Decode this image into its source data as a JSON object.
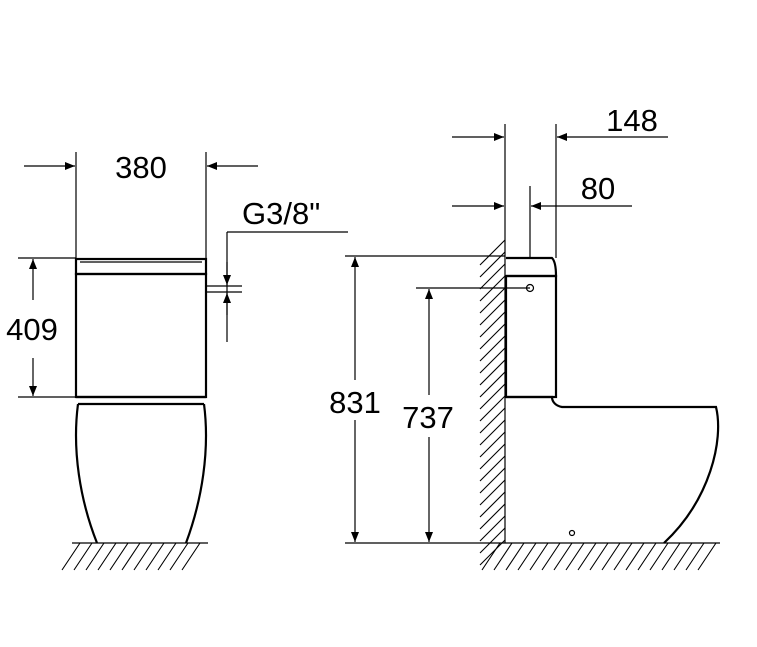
{
  "front_view": {
    "width_label": "380",
    "height_label": "409",
    "connection_label": "G3/8\""
  },
  "side_view": {
    "depth_label": "148",
    "inlet_offset_label": "80",
    "total_height_label": "831",
    "inlet_height_label": "737"
  }
}
